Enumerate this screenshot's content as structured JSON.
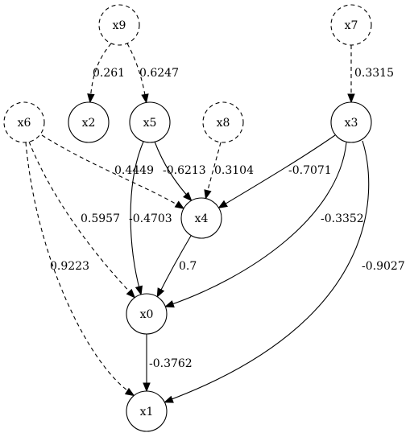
{
  "graph": {
    "nodes": [
      {
        "id": "x9",
        "label": "x9",
        "style": "dashed"
      },
      {
        "id": "x7",
        "label": "x7",
        "style": "dashed"
      },
      {
        "id": "x6",
        "label": "x6",
        "style": "dashed"
      },
      {
        "id": "x2",
        "label": "x2",
        "style": "solid"
      },
      {
        "id": "x5",
        "label": "x5",
        "style": "solid"
      },
      {
        "id": "x8",
        "label": "x8",
        "style": "dashed"
      },
      {
        "id": "x3",
        "label": "x3",
        "style": "solid"
      },
      {
        "id": "x4",
        "label": "x4",
        "style": "solid"
      },
      {
        "id": "x0",
        "label": "x0",
        "style": "solid"
      },
      {
        "id": "x1",
        "label": "x1",
        "style": "solid"
      }
    ],
    "edges": [
      {
        "from": "x9",
        "to": "x2",
        "label": "0.261",
        "style": "dashed"
      },
      {
        "from": "x9",
        "to": "x5",
        "label": "0.6247",
        "style": "dashed"
      },
      {
        "from": "x7",
        "to": "x3",
        "label": "0.3315",
        "style": "dashed"
      },
      {
        "from": "x6",
        "to": "x4",
        "label": "0.4449",
        "style": "dashed"
      },
      {
        "from": "x6",
        "to": "x0",
        "label": "0.5957",
        "style": "dashed"
      },
      {
        "from": "x6",
        "to": "x1",
        "label": "0.9223",
        "style": "dashed"
      },
      {
        "from": "x5",
        "to": "x4",
        "label": "-0.6213",
        "style": "solid"
      },
      {
        "from": "x5",
        "to": "x0",
        "label": "-0.4703",
        "style": "solid"
      },
      {
        "from": "x8",
        "to": "x4",
        "label": "0.3104",
        "style": "dashed"
      },
      {
        "from": "x3",
        "to": "x4",
        "label": "-0.7071",
        "style": "solid"
      },
      {
        "from": "x3",
        "to": "x0",
        "label": "-0.3352",
        "style": "solid"
      },
      {
        "from": "x3",
        "to": "x1",
        "label": "-0.9027",
        "style": "solid"
      },
      {
        "from": "x4",
        "to": "x0",
        "label": "0.7",
        "style": "solid"
      },
      {
        "from": "x0",
        "to": "x1",
        "label": "-0.3762",
        "style": "solid"
      }
    ]
  }
}
